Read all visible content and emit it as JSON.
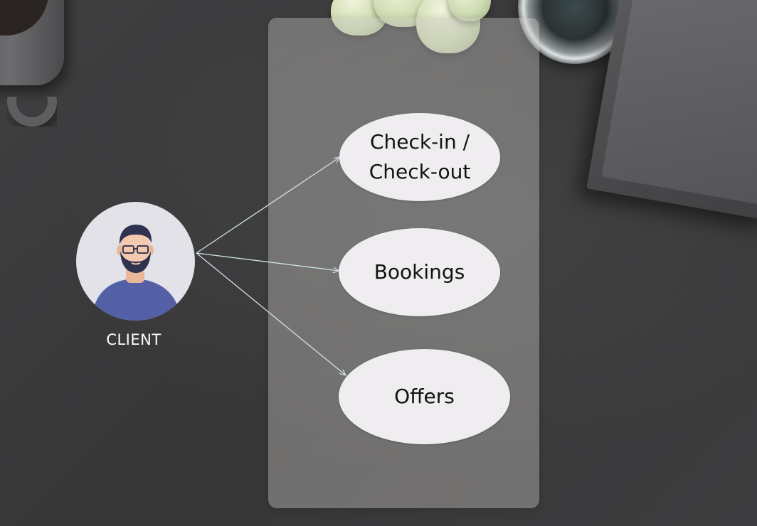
{
  "diagram": {
    "actor": {
      "label": "CLIENT",
      "icon": "user-avatar-icon"
    },
    "use_cases": [
      {
        "id": "checkin",
        "lines": [
          "Check-in /",
          "Check-out"
        ]
      },
      {
        "id": "bookings",
        "lines": [
          "Bookings"
        ]
      },
      {
        "id": "offers",
        "lines": [
          "Offers"
        ]
      }
    ],
    "connections": [
      {
        "from": "actor",
        "to": "checkin"
      },
      {
        "from": "actor",
        "to": "bookings"
      },
      {
        "from": "actor",
        "to": "offers"
      }
    ],
    "colors": {
      "background": "#3b3b3c",
      "use_case_fill": "#efedef",
      "use_case_text": "#121212",
      "connector": "#cfe3e6",
      "avatar_bg": "#e3e2e9",
      "shirt": "#5360a6",
      "hair": "#2f3350",
      "skin": "#f4c9ae",
      "actor_label": "#ffffff"
    }
  }
}
